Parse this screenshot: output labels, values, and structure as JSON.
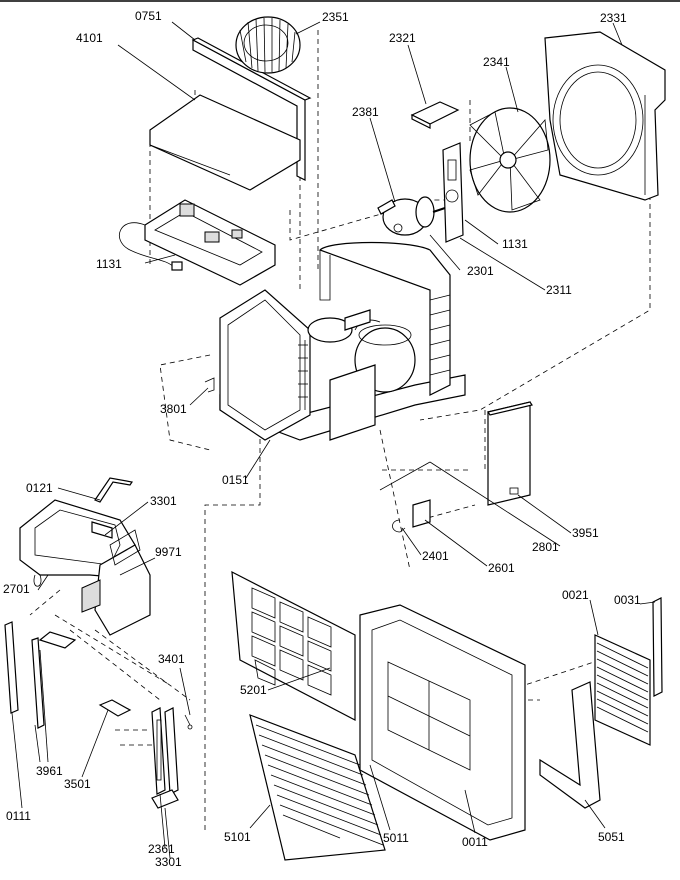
{
  "diagram": {
    "labels": {
      "p0751": "0751",
      "p2351": "2351",
      "p2321": "2321",
      "p2331": "2331",
      "p4101": "4101",
      "p2341": "2341",
      "p2381": "2381",
      "p1131a": "1131",
      "p1131b": "1131",
      "p2301": "2301",
      "p2311": "2311",
      "p3801": "3801",
      "p0151": "0151",
      "p3951": "3951",
      "p2801": "2801",
      "p2401": "2401",
      "p2601": "2601",
      "p0121": "0121",
      "p3301a": "3301",
      "p9971": "9971",
      "p2701": "2701",
      "p0021": "0021",
      "p0031": "0031",
      "p3401": "3401",
      "p5201": "5201",
      "p3961": "3961",
      "p3501": "3501",
      "p0111": "0111",
      "p2361": "2361",
      "p3301b": "3301",
      "p5101": "5101",
      "p5011": "5011",
      "p0011": "0011",
      "p5051": "5051"
    }
  }
}
